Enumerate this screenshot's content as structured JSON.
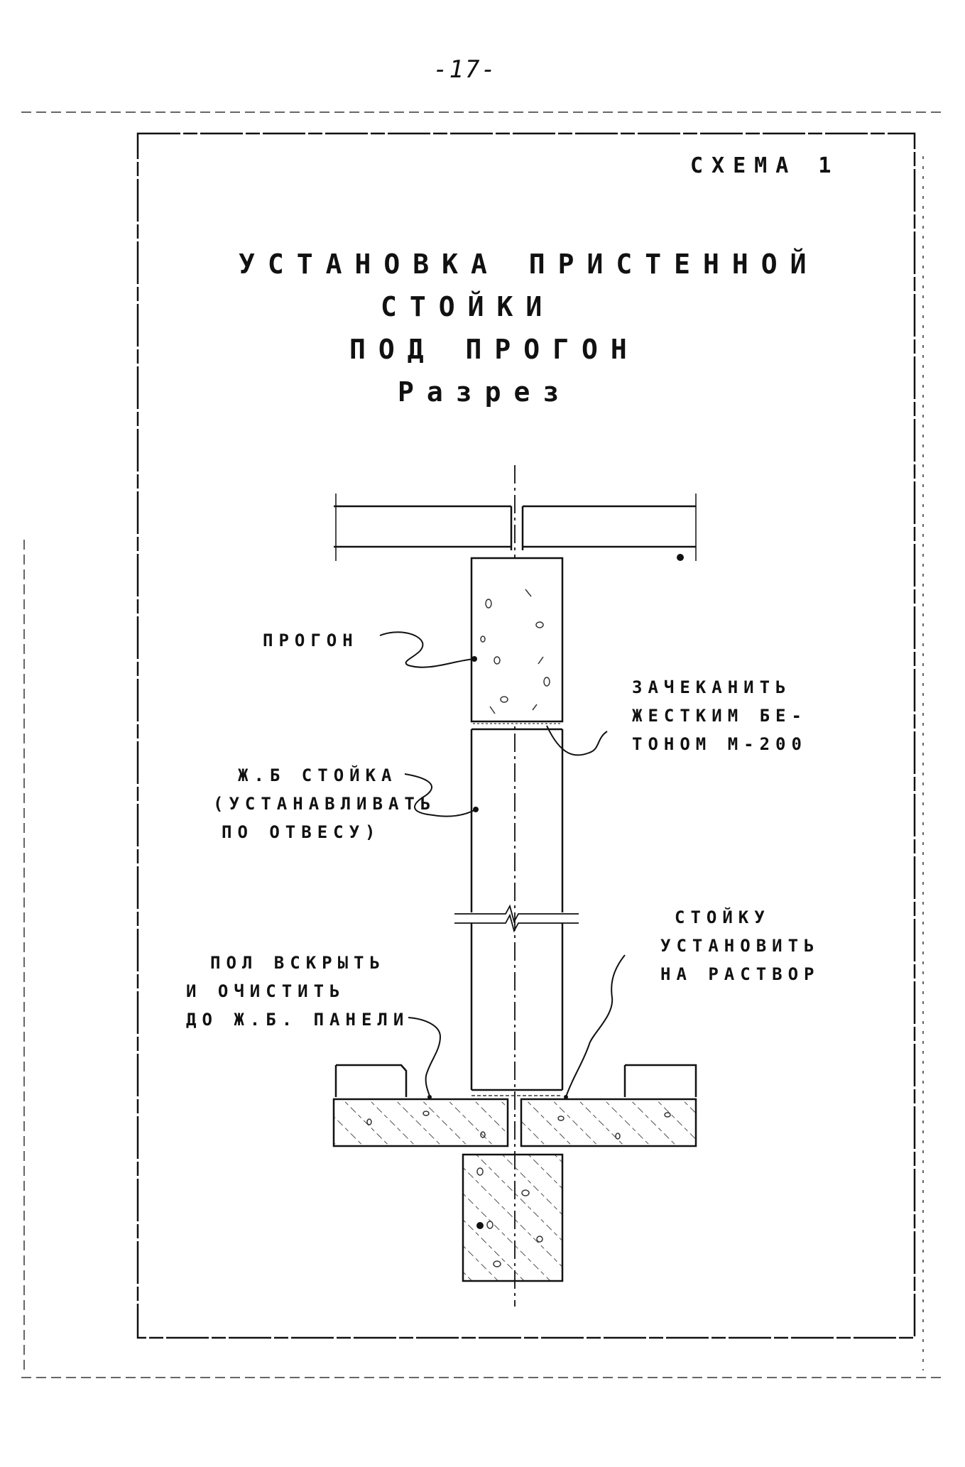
{
  "page": {
    "number": "-17-",
    "scheme_label": "СХЕМА 1"
  },
  "title": {
    "lines": [
      "УСТАНОВКА ПРИСТЕННОЙ",
      "СТОЙКИ",
      "ПОД ПРОГОН",
      "Разрез"
    ]
  },
  "labels": {
    "progon": [
      "ПРОГОН"
    ],
    "zachekanit": [
      "ЗАЧЕКАНИТЬ",
      "ЖЕСТКИМ БЕ-",
      "ТОНОМ М-200"
    ],
    "stoika": [
      "Ж.Б СТОЙКА",
      "(УСТАНАВЛИВАТЬ",
      "ПО ОТВЕСУ)"
    ],
    "stoiku_ustanovit": [
      "СТОЙКУ",
      "УСТАНОВИТЬ",
      "НА РАСТВОР"
    ],
    "pol": [
      "ПОЛ ВСКРЫТЬ",
      "И ОЧИСТИТЬ",
      "ДО Ж.Б. ПАНЕЛИ"
    ]
  },
  "colors": {
    "ink": "#111111",
    "paper": "#ffffff"
  }
}
